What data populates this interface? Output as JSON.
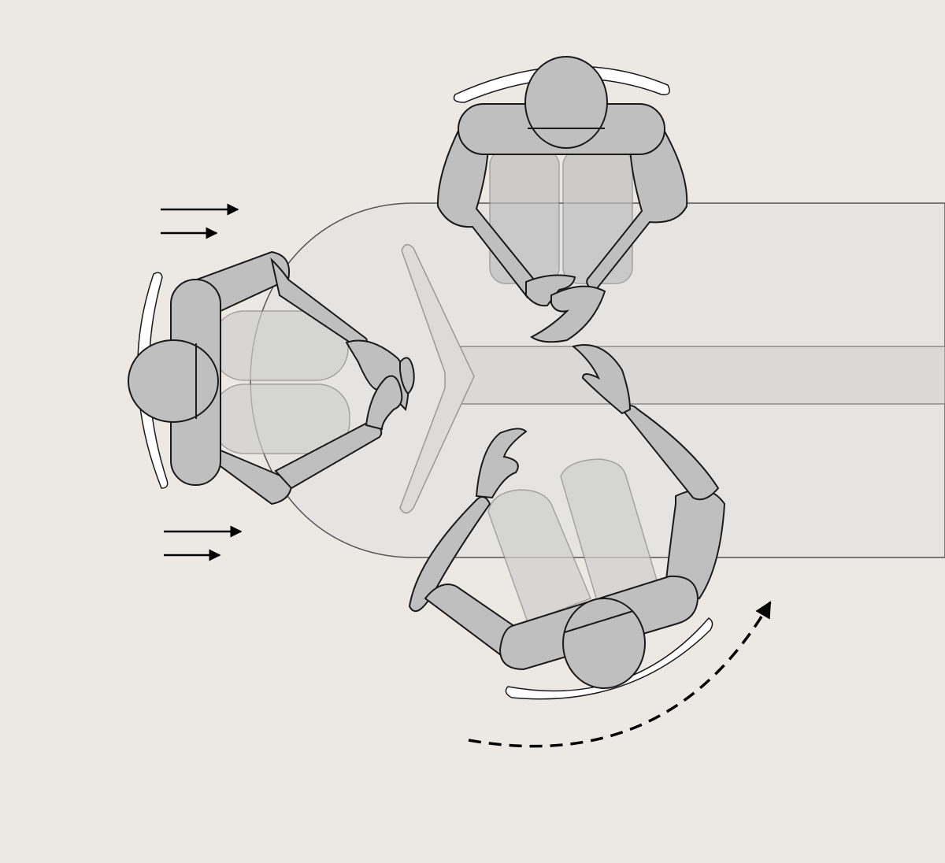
{
  "colors": {
    "background": "#ece9e4",
    "table": "#e5e4e2",
    "table_strip": "#dad9d8",
    "table_edge": "#555555",
    "figure": "#bfbfbf",
    "figure_faded": "#d8d8d8",
    "chair": "#ffffff",
    "arrow": "#000000"
  },
  "figures": [
    {
      "name": "top-person"
    },
    {
      "name": "left-person"
    },
    {
      "name": "bottom-person"
    }
  ],
  "arrows": [
    {
      "name": "motion-arrow-upper-long"
    },
    {
      "name": "motion-arrow-upper-short"
    },
    {
      "name": "motion-arrow-lower-long"
    },
    {
      "name": "motion-arrow-lower-short"
    },
    {
      "name": "rotation-arrow-dashed"
    }
  ]
}
